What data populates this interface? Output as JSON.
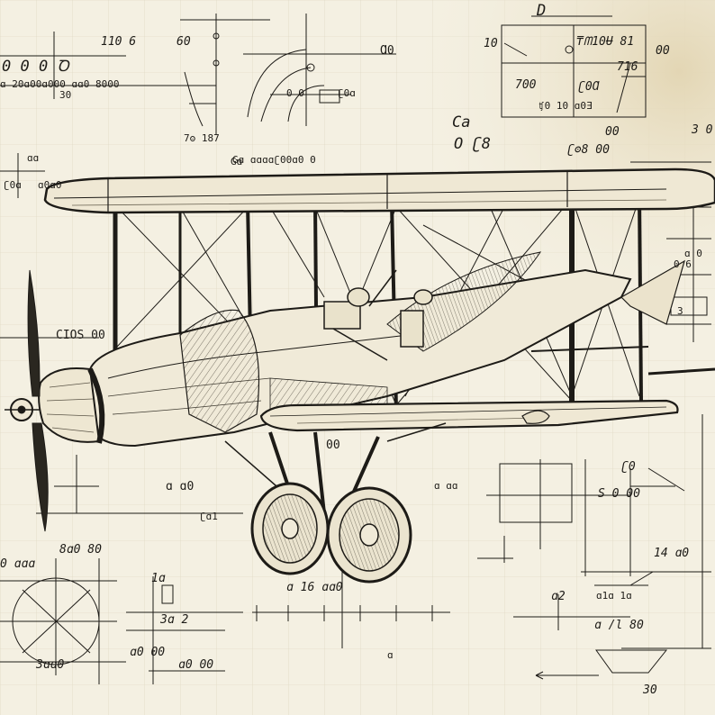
{
  "image": {
    "subject": "biplane technical sketch on blueprint paper",
    "palette": {
      "paper": "#f4f0e2",
      "ink": "#1d1b17",
      "grid": "#d9d2bb",
      "stain": "#e7dcc0"
    }
  },
  "labels": {
    "top_d": "D",
    "top_left_1": "110 6",
    "top_left_2": "60",
    "top_left_3": "0 0 0 Ꝺ",
    "top_left_row": "ɑ 20ɑ00ɑ000 ɑɑ0 8000",
    "top_left_30": "30",
    "top_center_1": "Ɑ0",
    "top_center_2": "0 0",
    "top_center_3": "ʗ0ɑ",
    "box_10": "10",
    "box_top": "₸ᗰ10Ʉ 81",
    "box_00": "00",
    "box_716": "716",
    "box_700": "700",
    "box_060": "ʗ0Ɑ",
    "box_right_00": "00",
    "box_bottom": "ʧ0 10 ɑ0Ǝ",
    "ca_label": "Ca",
    "o_label": "O ʗ8",
    "ca_row": "Gɑ  ɑɑɑɑʗ00ɑ0 0",
    "dims_187": "7ʘ  187",
    "gb_label": "Gɑ",
    "right_dim": "ʗʘ8 00",
    "left_side_1": "ɑɑ",
    "left_side_2": "ʗ0ɑ",
    "left_0000": "ɑ0ɑ0",
    "left_hud": "CIOS 00",
    "right_3": "3",
    "right_0b": "0 6",
    "wheel_00": "00",
    "bottom_left_1": "8ɑ0 80",
    "bottom_left_2": "0 ɑɑɑ",
    "bottom_left_3": "3ɑɑ0",
    "bottom_left_4": "ɑ0 00",
    "bottom_center_1": "1ɑ",
    "bottom_center_2": "ɑ 16  ɑɑ0",
    "bottom_center_3": "3ɑ    2",
    "bottom_center_4": "ɑ0 00",
    "bottom_right_1": "ʗ0",
    "bottom_right_2": "S 0 00",
    "bottom_right_3": "14  ɑ0",
    "bottom_right_4": "ɑ /l  80",
    "bottom_right_5": "ɑ2",
    "bottom_right_6": "ɑ1ɑ 1ɑ",
    "bottom_right_7": "30",
    "gear_1": "ɑ ɑ0",
    "gear_2": "ɑ ɑɑ",
    "fm_label": "ʗɑ1",
    "far_right_30": "3 0",
    "far_right_0": "ɑ 0",
    "left_mid": "ɑ"
  }
}
